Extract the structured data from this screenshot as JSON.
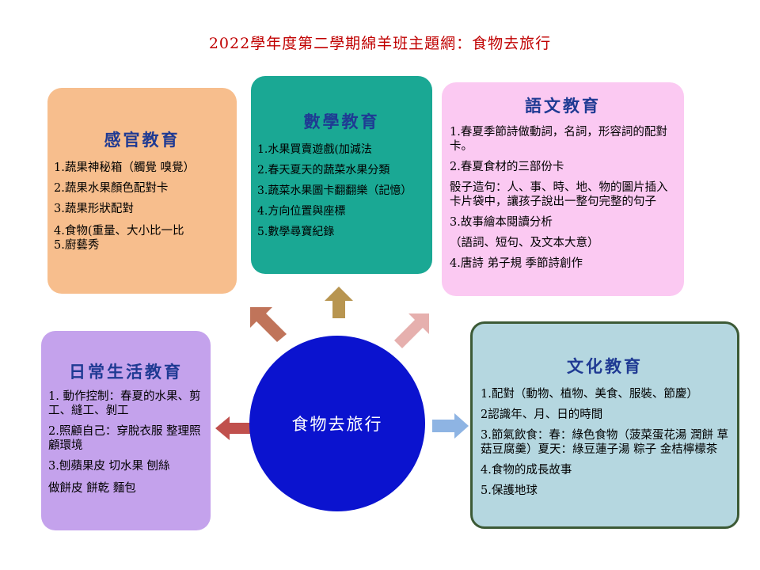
{
  "title": "2022學年度第二學期綿羊班主題網：食物去旅行",
  "center": {
    "label": "食物去旅行",
    "color": "#0b13cf"
  },
  "sensory": {
    "heading": "感官教育",
    "color": "#f7be8d",
    "items": [
      "1.蔬果神秘箱（觸覺 嗅覺）",
      "2.蔬果水果顏色配對卡",
      "3.蔬果形狀配對",
      "4.食物(重量、大小比一比",
      "5.廚藝秀"
    ]
  },
  "math": {
    "heading": "數學教育",
    "color": "#1aa894",
    "items": [
      "1.水果買賣遊戲(加減法",
      "2.春天夏天的蔬菜水果分類",
      "3.蔬菜水果圖卡翻翻樂（記憶）",
      "4.方向位置與座標",
      "5.數學尋寶紀錄"
    ]
  },
  "language": {
    "heading": "語文教育",
    "color": "#fbc9f2",
    "items": [
      "1.春夏季節詩做動詞，名詞，形容詞的配對卡。",
      "2.春夏食材的三部份卡",
      "骰子造句：人、事、時、地、物的圖片插入卡片袋中，讓孩子說出一整句完整的句子",
      "3.故事繪本閱讀分析",
      "（語詞、短句、及文本大意）",
      "4.唐詩 弟子規 季節詩創作"
    ]
  },
  "daily": {
    "heading": "日常生活教育",
    "color": "#c4a2ec",
    "items": [
      "1. 動作控制：春夏的水果、剪工、縫工、剝工",
      "2.照顧自己：穿脫衣服 整理照顧環境",
      "3.刨蘋果皮 切水果 刨絲",
      "做餅皮 餅乾 麵包"
    ]
  },
  "culture": {
    "heading": "文化教育",
    "color": "#b5d7e0",
    "items": [
      "1.配對（動物、植物、美食、服裝、節慶）",
      "2認識年、月、日的時間",
      "3.節氣飲食：春：綠色食物（菠菜蛋花湯 潤餅 草菇豆腐羹）夏天：綠豆蓮子湯 粽子 金桔檸檬茶",
      "4.食物的成長故事",
      "5.保護地球"
    ]
  },
  "arrow_colors": {
    "upper_left": "#c0745a",
    "up": "#b89550",
    "upper_right": "#e6b0ae",
    "left": "#c0504d",
    "right": "#8eb4e3"
  }
}
